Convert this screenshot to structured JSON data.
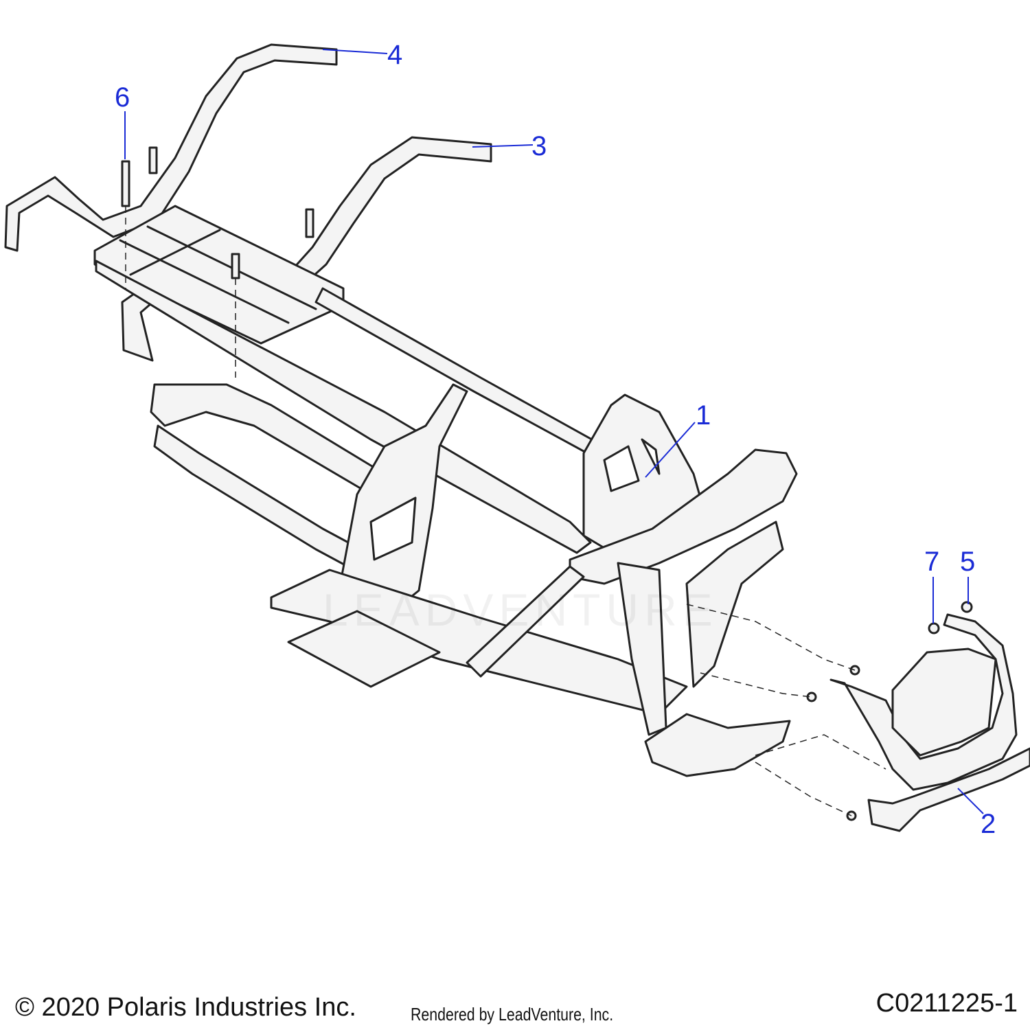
{
  "diagram": {
    "callouts": [
      {
        "id": "1",
        "label": "1"
      },
      {
        "id": "2",
        "label": "2"
      },
      {
        "id": "3",
        "label": "3"
      },
      {
        "id": "4",
        "label": "4"
      },
      {
        "id": "5",
        "label": "5"
      },
      {
        "id": "6",
        "label": "6"
      },
      {
        "id": "7",
        "label": "7"
      }
    ],
    "watermark": "LEADVENTURE"
  },
  "footer": {
    "copyright": "© 2020 Polaris Industries Inc.",
    "rendered_by": "Rendered by LeadVenture, Inc.",
    "drawing_id": "C0211225-1"
  },
  "colors": {
    "callout": "#1a2bd6",
    "line": "#222222",
    "fill": "#f4f4f4"
  }
}
